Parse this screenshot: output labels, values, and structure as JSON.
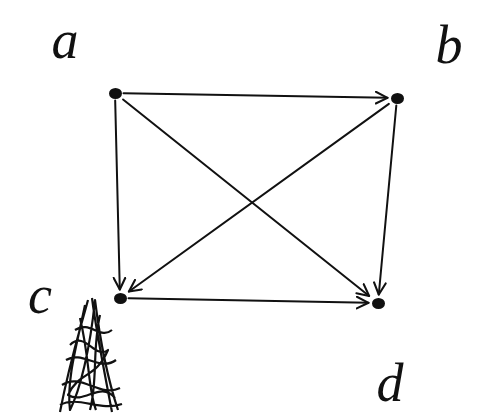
{
  "diagram": {
    "nodes": [
      {
        "text": [
          "a"
        ]
      },
      {
        "text": [
          "b"
        ]
      },
      {
        "text": [
          "c"
        ]
      },
      {
        "text": [
          "d"
        ]
      }
    ],
    "edges": [
      {
        "from": 0,
        "to": 1,
        "arrow": "to"
      },
      {
        "from": 0,
        "to": 2,
        "arrow": "to"
      },
      {
        "from": 0,
        "to": 3,
        "arrow": "to"
      },
      {
        "from": 1,
        "to": 2,
        "arrow": "to"
      },
      {
        "from": 1,
        "to": 3,
        "arrow": "to"
      },
      {
        "from": 2,
        "to": 3,
        "arrow": "to"
      }
    ]
  }
}
